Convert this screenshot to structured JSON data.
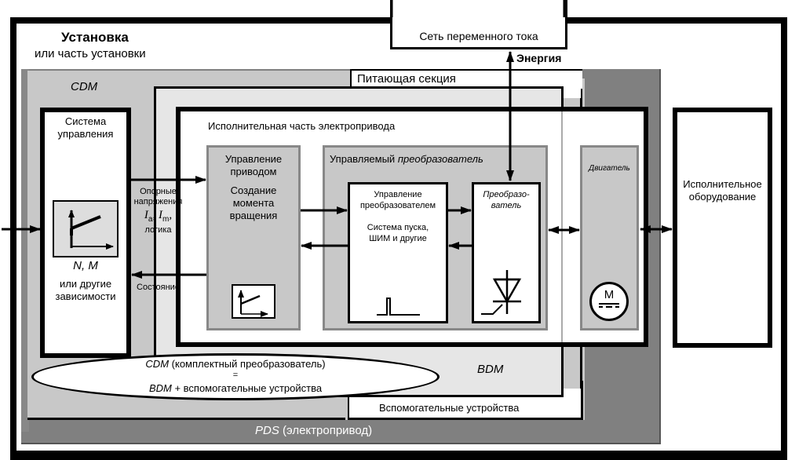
{
  "installation": {
    "title": "Установка",
    "subtitle": "или часть установки"
  },
  "ac_network": {
    "label": "Сеть переменного тока"
  },
  "energy": {
    "label": "Энергия"
  },
  "pds": {
    "abbr": "PDS",
    "label": "(электропривод)"
  },
  "cdm": {
    "abbr": "CDM"
  },
  "supply_section": {
    "label": "Питающая секция"
  },
  "bdm": {
    "abbr": "BDM"
  },
  "auxiliary": {
    "label": "Вспомогательные устройства"
  },
  "executive_part": {
    "label": "Исполнительная часть электропривода"
  },
  "control_system": {
    "line1": "Система",
    "line2": "управления",
    "curve_label": "N, M",
    "other1": "или другие",
    "other2": "зависимости"
  },
  "signals": {
    "ref1": "Опорные",
    "ref2": "напряжения",
    "ia": "I",
    "ia_sub": "a",
    "im": "I",
    "im_sub": "m",
    "logic": "логика",
    "state": "Состояние"
  },
  "drive_control": {
    "line1": "Управление",
    "line2": "приводом",
    "line3": "Создание",
    "line4": "момента",
    "line5": "вращения"
  },
  "controlled_converter": {
    "regular": "Управляемый",
    "italic": "преобразователь"
  },
  "converter_control": {
    "line1": "Управление",
    "line2": "преобразователем",
    "line3": "Система пуска,",
    "line4": "ШИМ и другие"
  },
  "converter": {
    "line1": "Преобразо-",
    "line2": "ватель"
  },
  "motor": {
    "label": "Двигатель",
    "symbol": "M"
  },
  "equipment": {
    "line1": "Исполнительное",
    "line2": "оборудование"
  },
  "ellipse": {
    "cdm": "CDM",
    "cdm_desc": "(комплектный преобразователь)",
    "eq": "=",
    "bdm": "BDM",
    "bdm_desc": "+ вспомогательные устройства"
  }
}
